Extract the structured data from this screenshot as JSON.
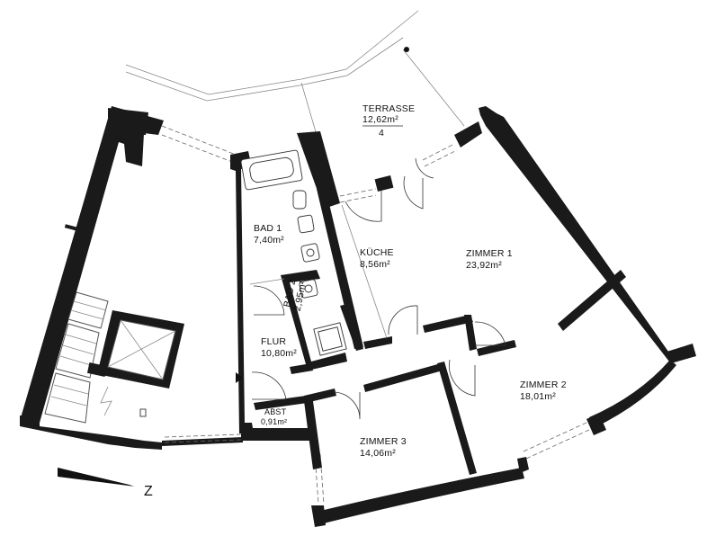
{
  "rooms": {
    "terrasse": {
      "name": "TERRASSE",
      "area": "12,62m²",
      "factor": "4"
    },
    "bad1": {
      "name": "BAD 1",
      "area": "7,40m²"
    },
    "bad2": {
      "name": "BAD 2",
      "area": "2,95m²"
    },
    "kueche": {
      "name": "KÜCHE",
      "area": "8,56m²"
    },
    "zimmer1": {
      "name": "ZIMMER 1",
      "area": "23,92m²"
    },
    "zimmer2": {
      "name": "ZIMMER 2",
      "area": "18,01m²"
    },
    "zimmer3": {
      "name": "ZIMMER 3",
      "area": "14,06m²"
    },
    "flur": {
      "name": "FLUR",
      "area": "10,80m²"
    },
    "abst": {
      "name": "ABST",
      "area": "0,91m²"
    }
  },
  "north_label": "Z"
}
